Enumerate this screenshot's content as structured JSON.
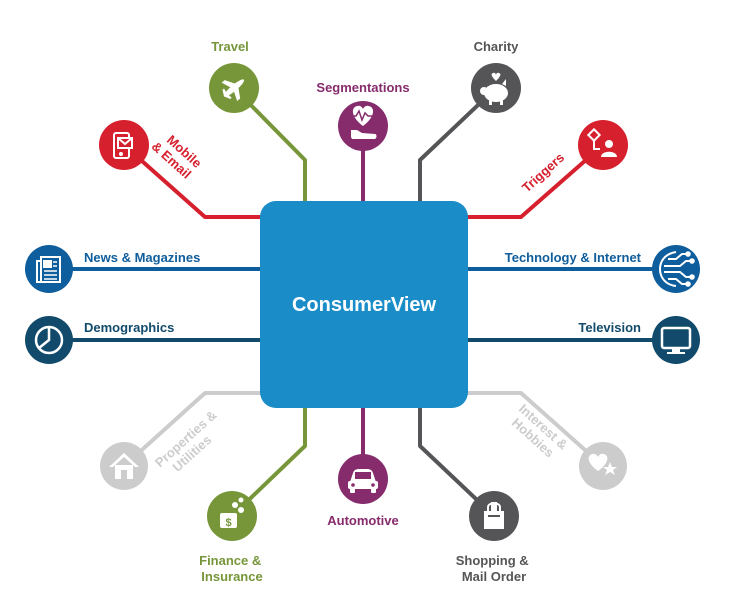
{
  "center": {
    "label": "ConsumerView",
    "color": "#1a8dc9"
  },
  "nodes": {
    "travel": {
      "label": "Travel",
      "color": "#77963a",
      "icon": "airplane-icon"
    },
    "segmentations": {
      "label": "Segmentations",
      "color": "#862c6d",
      "icon": "heartbeat-shoe-icon"
    },
    "charity": {
      "label": "Charity",
      "color": "#555558",
      "icon": "piggy-bank-icon"
    },
    "mobile_email": {
      "label_line1": "Mobile",
      "label_line2": "& Email",
      "color": "#d6202e",
      "icon": "phone-email-icon"
    },
    "triggers": {
      "label": "Triggers",
      "color": "#d6202e",
      "icon": "trigger-person-icon"
    },
    "news": {
      "label": "News & Magazines",
      "color": "#0e5d9c",
      "icon": "newspaper-icon"
    },
    "technology": {
      "label": "Technology & Internet",
      "color": "#0e5d9c",
      "icon": "circuit-icon"
    },
    "demographics": {
      "label": "Demographics",
      "color": "#114a6b",
      "icon": "pie-chart-icon"
    },
    "television": {
      "label": "Television",
      "color": "#114a6b",
      "icon": "tv-icon"
    },
    "properties": {
      "label_line1": "Properties &",
      "label_line2": "Utilities",
      "color": "#cccccc",
      "icon": "house-icon"
    },
    "interest": {
      "label_line1": "Interest &",
      "label_line2": "Hobbies",
      "color": "#cccccc",
      "icon": "heart-star-icon"
    },
    "finance": {
      "label_line1": "Finance &",
      "label_line2": "Insurance",
      "color": "#77963a",
      "icon": "money-bag-icon"
    },
    "automotive": {
      "label": "Automotive",
      "color": "#862c6d",
      "icon": "car-icon"
    },
    "shopping": {
      "label_line1": "Shopping &",
      "label_line2": "Mail Order",
      "color": "#555558",
      "icon": "shopping-bag-icon"
    }
  }
}
